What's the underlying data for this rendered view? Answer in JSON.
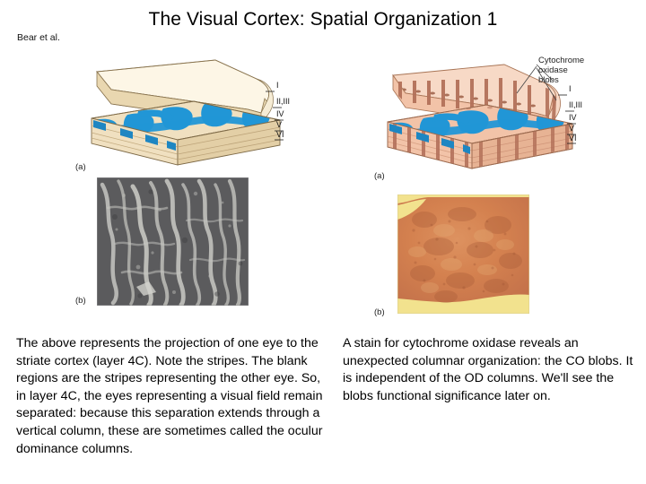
{
  "slide": {
    "title": "The Visual Cortex: Spatial Organization 1",
    "attribution": "Bear et al."
  },
  "figures": {
    "left": {
      "diagram": {
        "panel_tag": "(a)",
        "description": "Cortical slab with layer 4C ocular dominance stripes",
        "layer_labels": [
          "I",
          "II,III",
          "IV",
          "V",
          "VI"
        ],
        "colors": {
          "cortex_tan": "#f0e0c0",
          "cortex_tan_dark": "#ddc69a",
          "stripe_blue": "#2196d6",
          "stripe_blue_dark": "#1277b5",
          "outline": "#6b5838"
        }
      },
      "micrograph": {
        "panel_tag": "(b)",
        "description": "Autoradiograph of layer 4C showing light ocular dominance stripes on dark background",
        "colors": {
          "background": "#5d5d5f",
          "stripe": "#c9c9c4"
        }
      }
    },
    "right": {
      "diagram": {
        "panel_tag": "(a)",
        "annotation": [
          "Cytochrome",
          "oxidase",
          "blobs"
        ],
        "layer_labels": [
          "I",
          "II,III",
          "IV",
          "V",
          "VI"
        ],
        "colors": {
          "cortex_pink": "#f2c3a8",
          "cortex_pink_dark": "#e0a98c",
          "blob_brown": "#b3715a",
          "stripe_blue": "#2196d6",
          "outline": "#9c6a4f"
        }
      },
      "micrograph": {
        "panel_tag": "(b)",
        "description": "Cytochrome oxidase stained tangential section, orange-brown mottled tissue with yellow edges",
        "colors": {
          "tissue": "#d08050",
          "tissue_light": "#e0a070",
          "edge_yellow": "#f2e08a"
        }
      }
    }
  },
  "captions": {
    "left": "The above represents the projection of one eye to the striate cortex (layer 4C). Note the stripes. The blank regions are the stripes representing the other eye. So, in layer 4C, the eyes representing a visual field remain separated: because this separation extends through a vertical column, these are sometimes called the oculur dominance columns.",
    "right": "A stain for cytochrome oxidase reveals an unexpected columnar organization: the CO blobs. It is independent of the OD columns. We'll see the blobs functional significance later on."
  }
}
